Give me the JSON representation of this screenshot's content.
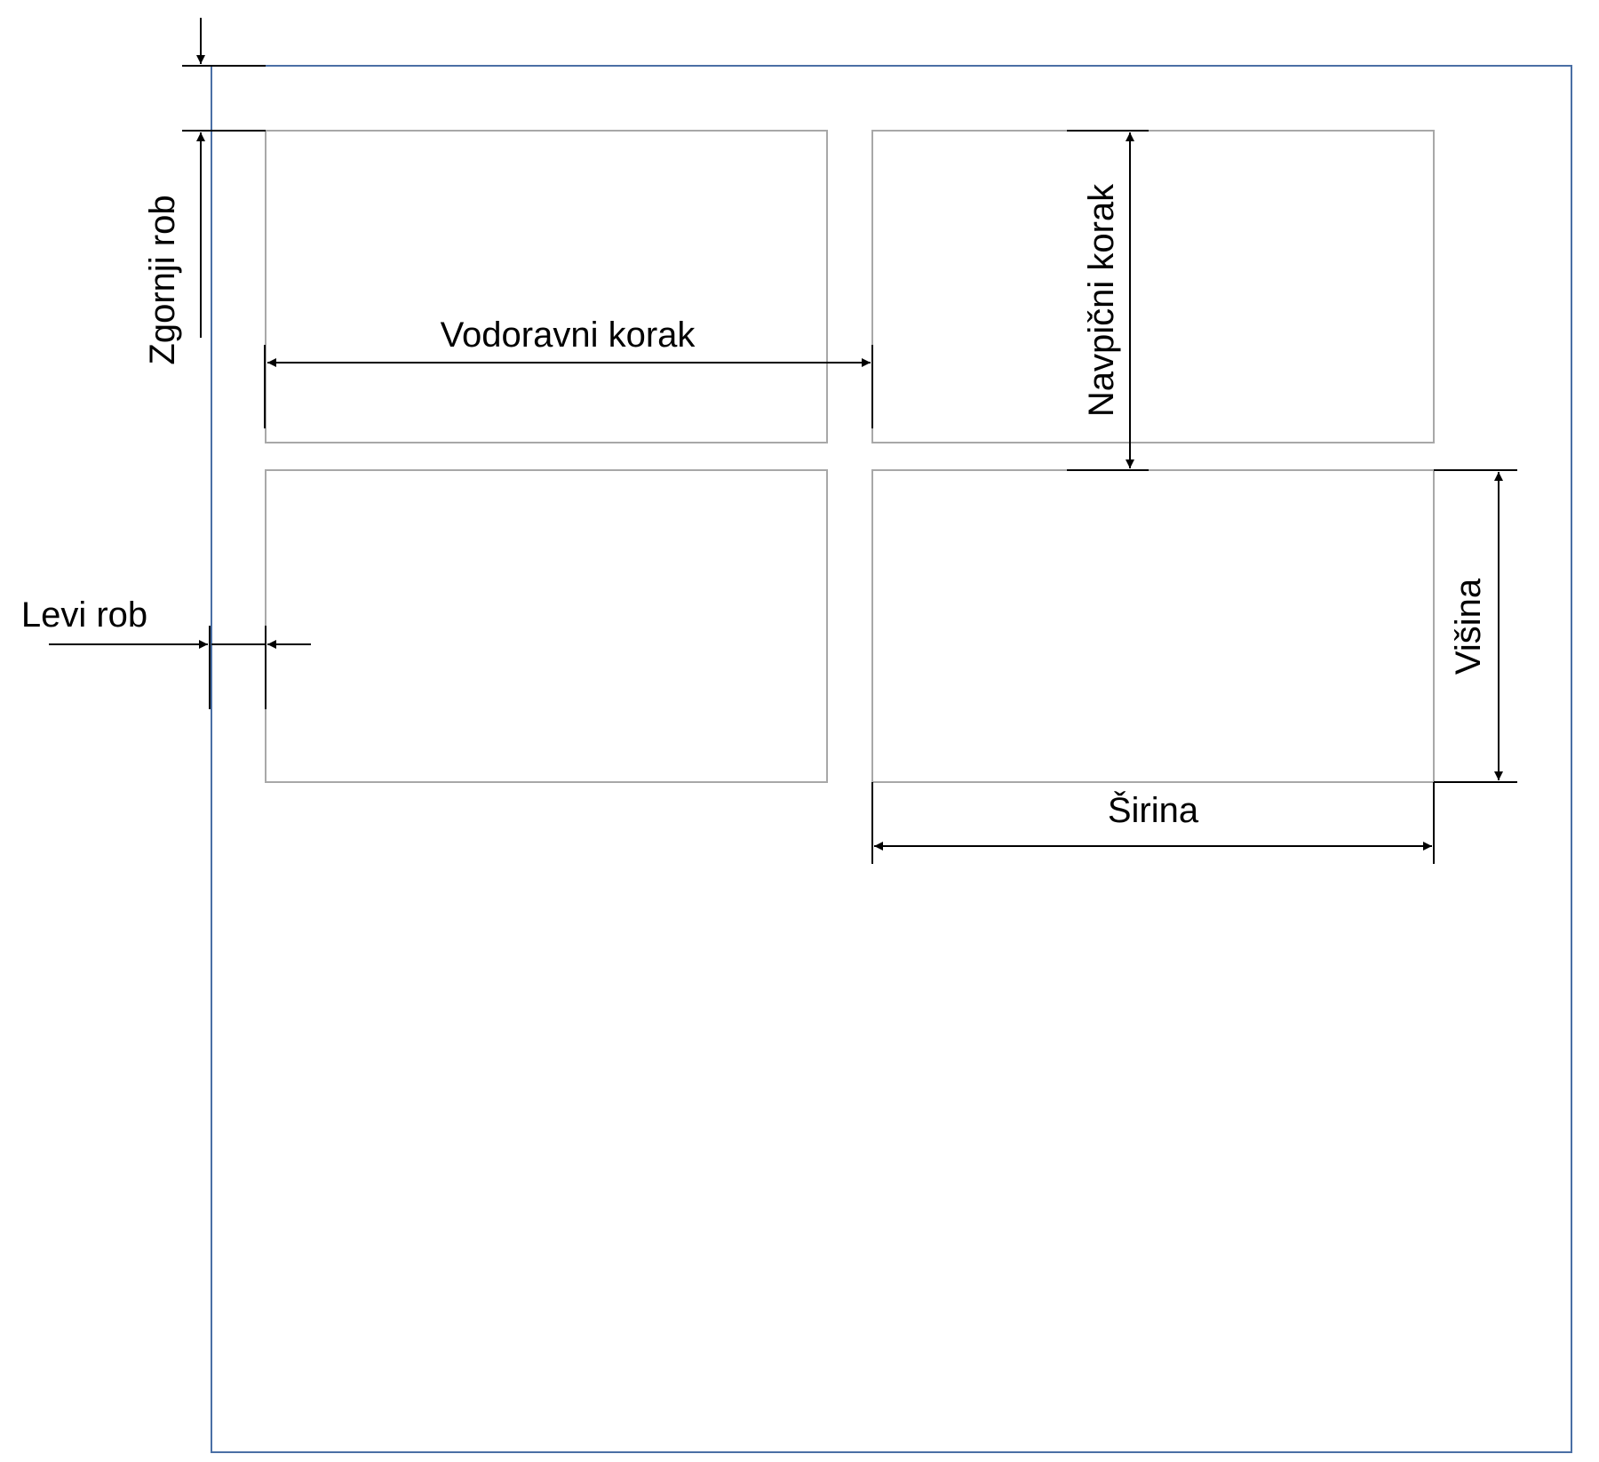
{
  "labels": {
    "top_margin": "Zgornji rob",
    "horizontal_pitch": "Vodoravni korak",
    "vertical_pitch": "Navpični korak",
    "left_margin": "Levi rob",
    "height": "Višina",
    "width": "Širina"
  },
  "colors": {
    "page_border": "#4a6fa5",
    "label_border": "#a8a8a8",
    "dimension_line": "#000000",
    "background": "#ffffff"
  }
}
